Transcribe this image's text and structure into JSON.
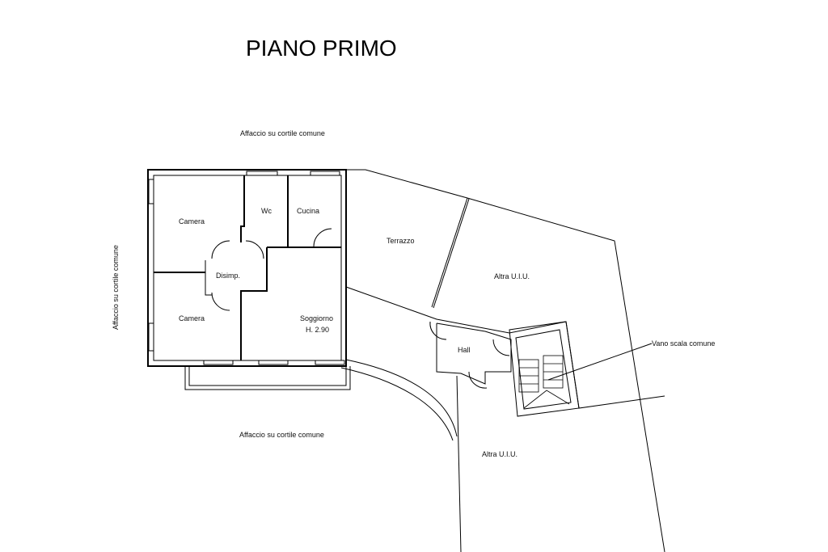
{
  "title": "PIANO PRIMO",
  "labels": {
    "affaccio_top": "Affaccio su cortile comune",
    "affaccio_left": "Affaccio su cortile comune",
    "affaccio_bottom": "Affaccio su cortile comune",
    "vano_scala": "Vano scala comune"
  },
  "rooms": {
    "camera_top": "Camera",
    "camera_bottom": "Camera",
    "wc": "Wc",
    "cucina": "Cucina",
    "disimp": "Disimp.",
    "soggiorno": "Soggiorno",
    "soggiorno_height": "H. 2.90",
    "terrazzo": "Terrazzo",
    "altra_uiu_top": "Altra U.I.U.",
    "hall": "Hall",
    "altra_uiu_bottom": "Altra U.I.U."
  }
}
